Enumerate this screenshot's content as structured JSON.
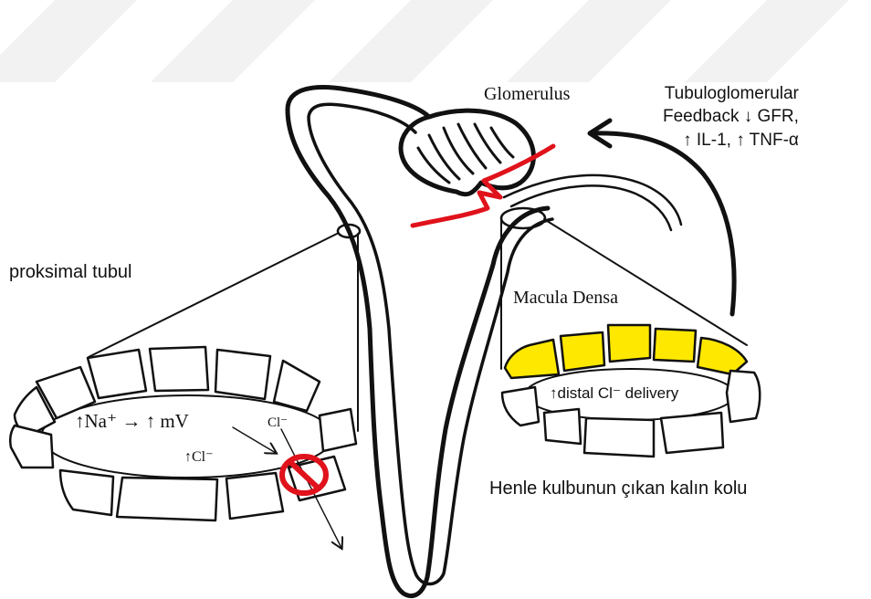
{
  "labels": {
    "glomerulus": "Glomerulus",
    "feedback_line1": "Tubuloglomerular",
    "feedback_line2": "Feedback ↓ GFR,",
    "feedback_line3": "↑ IL-1, ↑ TNF-α",
    "proximal_tubule": "proksimal tubul",
    "macula_densa": "Macula Densa",
    "distal_delivery": "↑distal Cl⁻ delivery",
    "na_mv": "↑Na⁺ → ↑ mV",
    "cl_top": "Cl⁻",
    "cl_mid": "↑Cl⁻",
    "henle": "Henle kulbunun çıkan kalın kolu"
  },
  "colors": {
    "outline": "#111111",
    "macula_cells": "#ffe800",
    "blocked_channel": "#e0121b",
    "afferent_arteriole": "#e0121b",
    "watermark": "#f2f2f2"
  },
  "icons": {
    "blocked_channel": "prohibition-sign-icon",
    "feedback_arrow": "curved-arrow-icon"
  }
}
